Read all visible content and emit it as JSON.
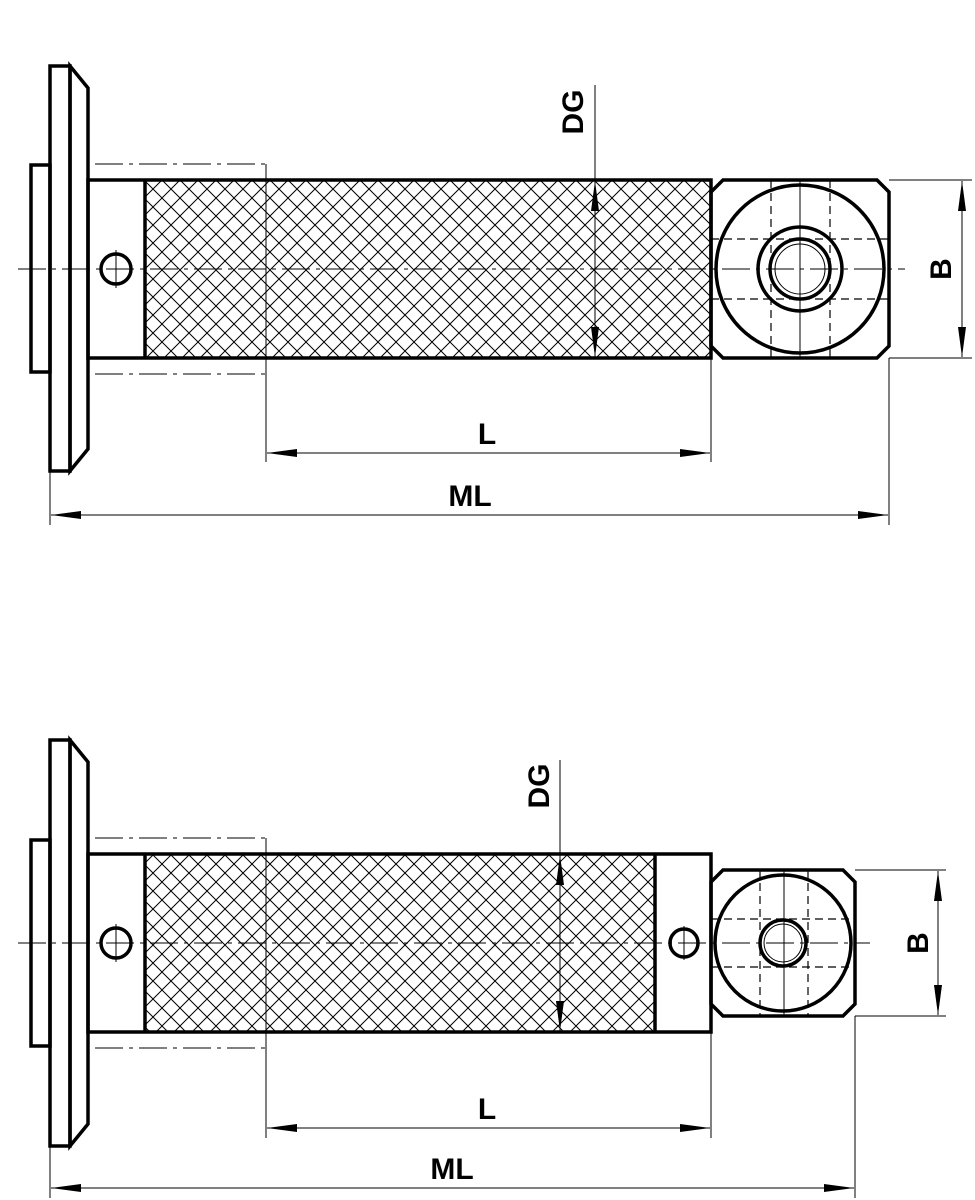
{
  "drawings": [
    {
      "name": "top-view",
      "labels": {
        "dg": "DG",
        "b": "B",
        "l": "L",
        "ml": "ML"
      }
    },
    {
      "name": "bottom-view",
      "labels": {
        "dg": "DG",
        "b": "B",
        "l": "L",
        "ml": "ML"
      }
    }
  ],
  "colors": {
    "line": "#000000",
    "background": "#ffffff"
  }
}
